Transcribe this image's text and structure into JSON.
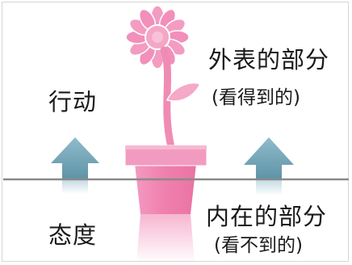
{
  "labels": {
    "upper_left": "行动",
    "lower_left": "态度",
    "upper_right_title": "外表的部分",
    "upper_right_note": "(看得到的)",
    "lower_right_title": "内在的部分",
    "lower_right_note": "(看不到的)"
  },
  "colors": {
    "flower_pink": "#f08cb4",
    "flower_pink_light": "#f5b3cd",
    "arrow_teal": "#6fa2b4",
    "horizon_line": "#8a8a8a"
  }
}
